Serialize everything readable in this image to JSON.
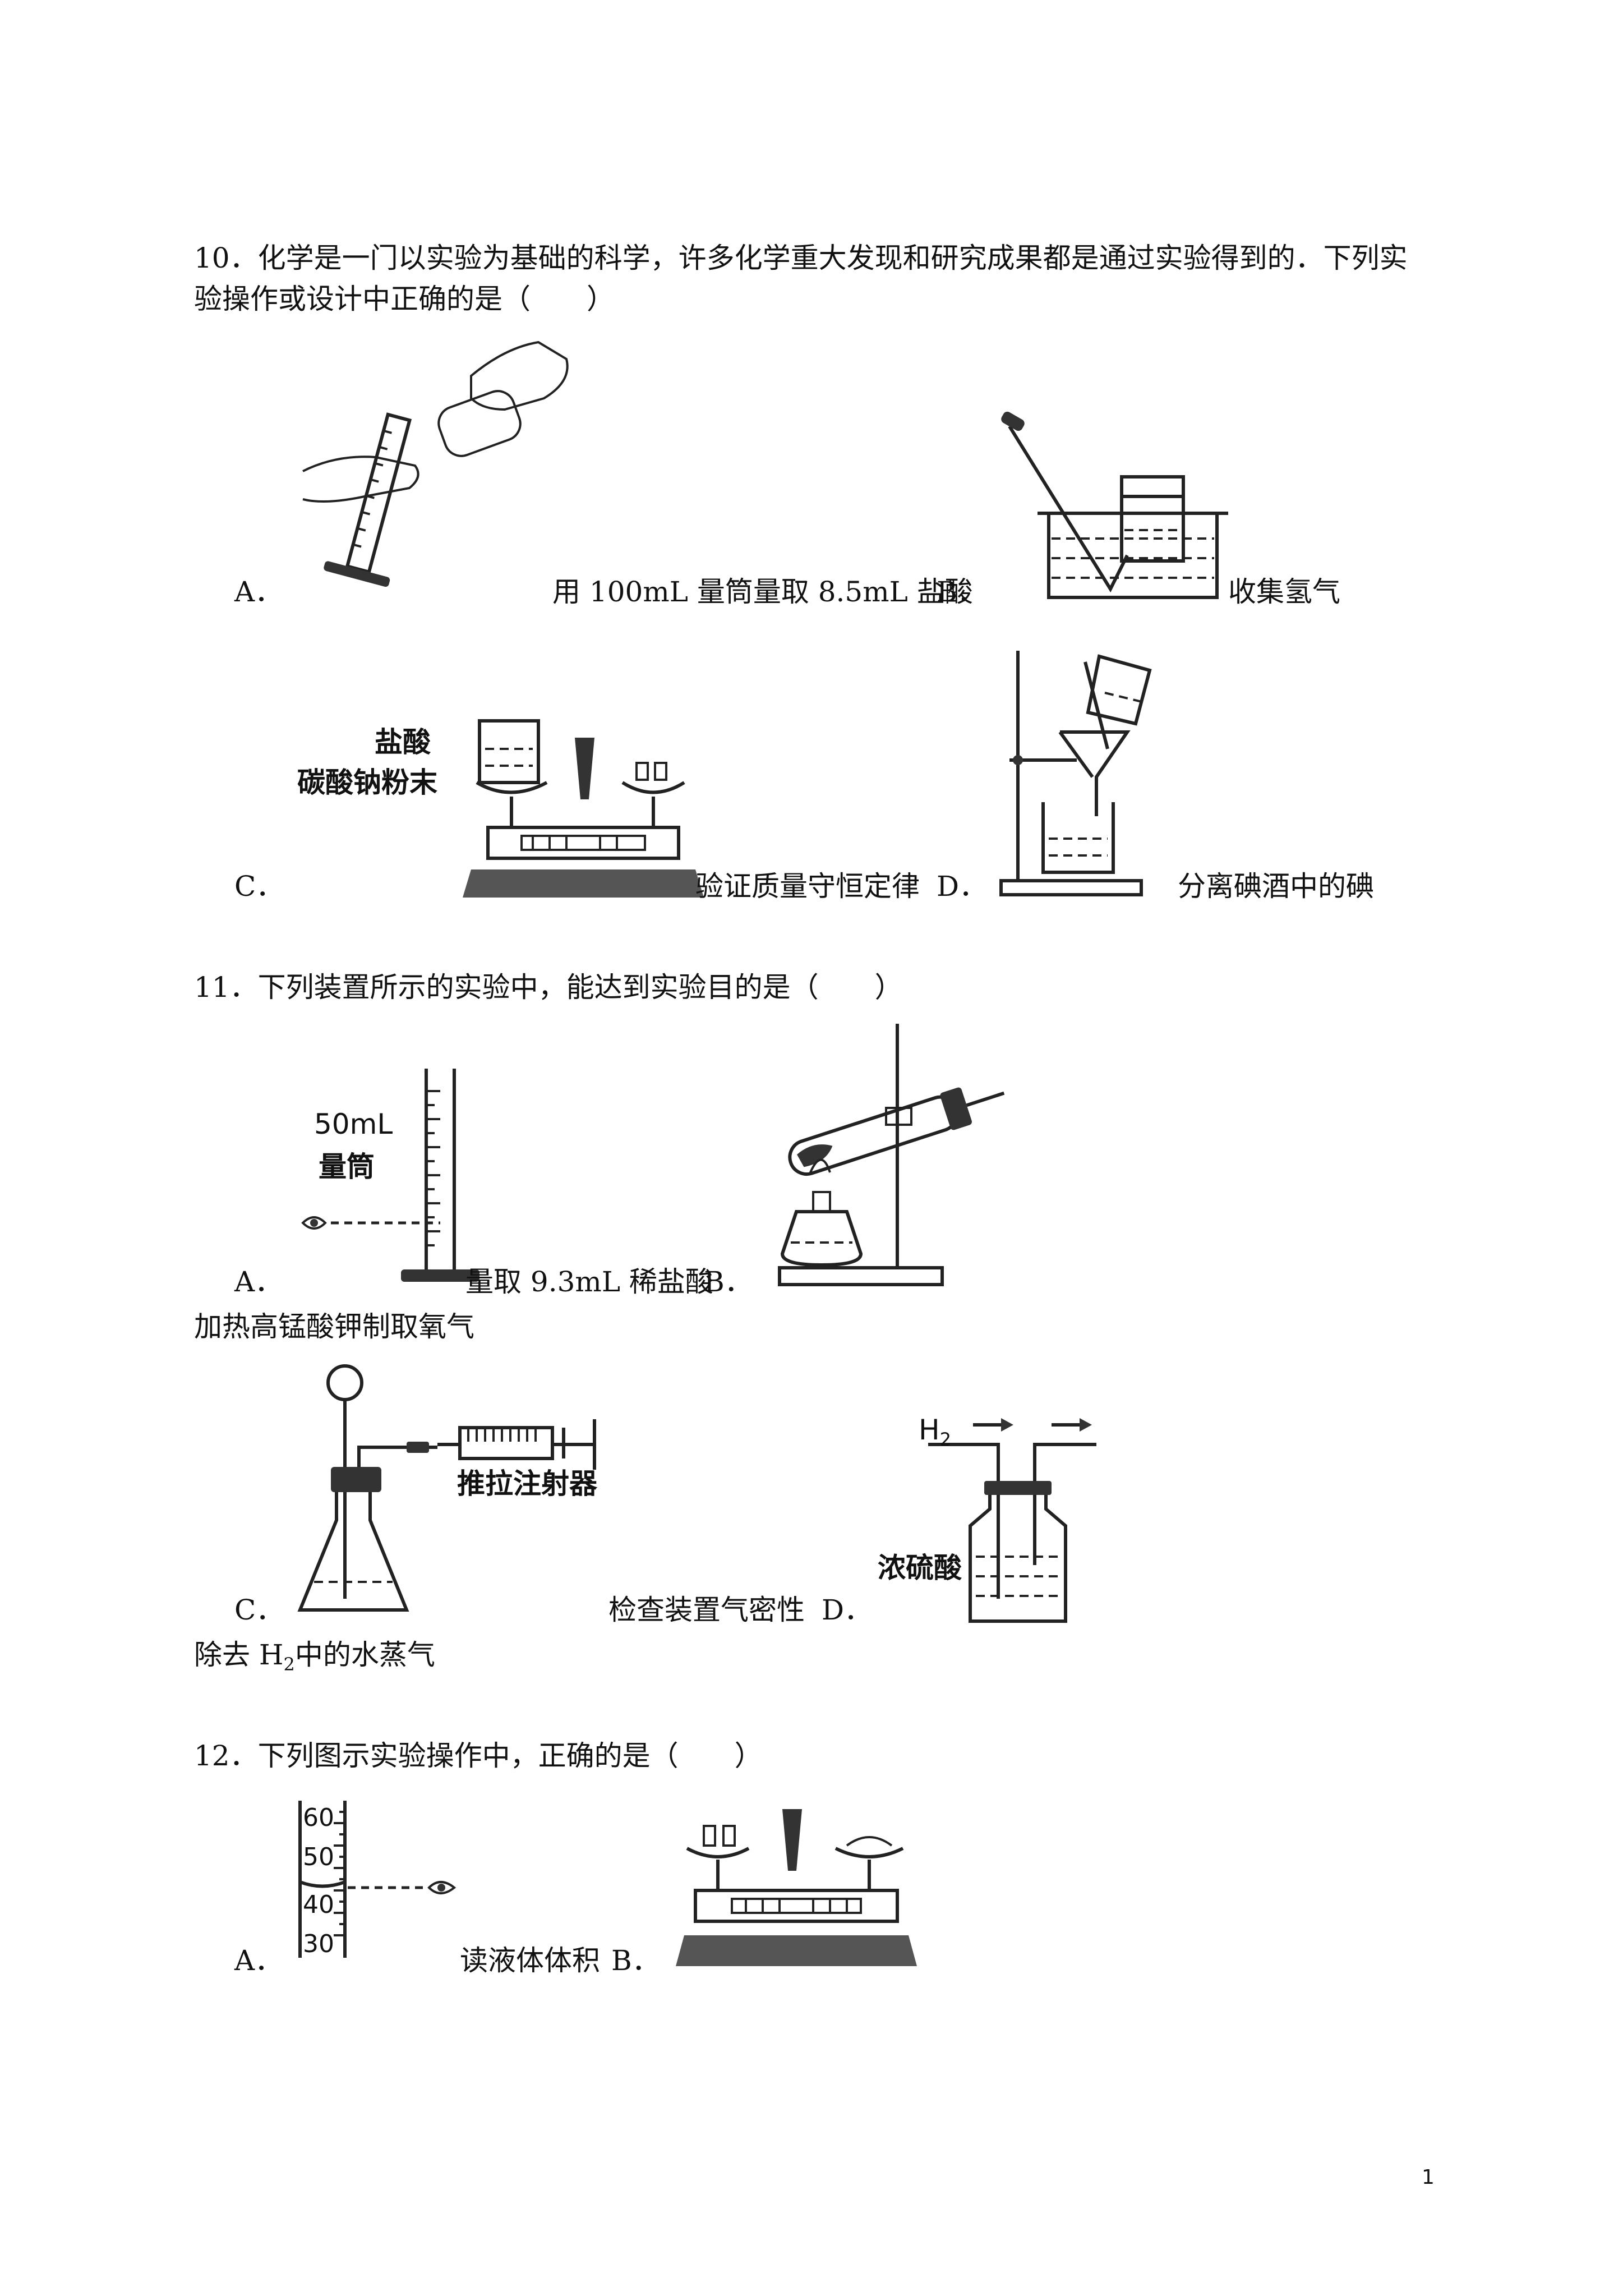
{
  "questions": {
    "q10": {
      "stem_line1": "10．化学是一门以实验为基础的科学，许多化学重大发现和研究成果都是通过实验得到的．下列实",
      "stem_line2": "验操作或设计中正确的是（　　）",
      "options": {
        "a_letter": "A．",
        "a_text": "用 100mL 量筒量取 8.5mL 盐酸",
        "b_letter": "B．",
        "b_text": "收集氢气",
        "c_letter": "C．",
        "c_text": "验证质量守恒定律",
        "d_letter": "D．",
        "d_text": "分离碘酒中的碘"
      },
      "figure_labels": {
        "hydrochloric_acid": "盐酸",
        "sodium_carbonate_powder": "碳酸钠粉末"
      }
    },
    "q11": {
      "stem": "11．下列装置所示的实验中，能达到实验目的是（　　）",
      "options": {
        "a_letter": "A．",
        "a_text": "量取 9.3mL 稀盐酸",
        "b_letter": "B．",
        "b_text": "加热高锰酸钾制取氧气",
        "c_letter": "C．",
        "c_text": "检查装置气密性",
        "d_letter": "D．",
        "d_text_prefix": "除去 H",
        "d_text_sub": "2",
        "d_text_suffix": "中的水蒸气"
      },
      "figure_labels": {
        "cylinder_volume": "50mL",
        "cylinder_name": "量筒",
        "syringe": "推拉注射器",
        "h2": "H",
        "h2_sub": "2",
        "conc_sulfuric_acid": "浓硫酸"
      }
    },
    "q12": {
      "stem": "12．下列图示实验操作中，正确的是（　　）",
      "options": {
        "a_letter": "A．",
        "a_text": "读液体体积",
        "b_letter": "B．"
      },
      "figure_labels": {
        "tick_60": "60",
        "tick_50": "50",
        "tick_40": "40",
        "tick_30": "30"
      }
    }
  },
  "page_number": "1"
}
